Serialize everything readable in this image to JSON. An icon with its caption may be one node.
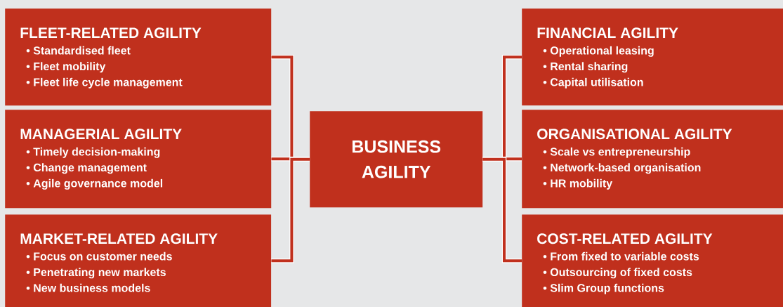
{
  "diagram": {
    "nodes": [
      {
        "text": [
          "FLEET-RELATED AGILITY",
          "• Standardised fleet",
          "• Fleet mobility",
          "• Fleet life cycle management"
        ]
      },
      {
        "text": [
          "MANAGERIAL AGILITY",
          "• Timely decision-making",
          "• Change management",
          "• Agile governance model"
        ]
      },
      {
        "text": [
          "MARKET-RELATED AGILITY",
          "• Focus on customer needs",
          "• Penetrating new markets",
          "• New business models"
        ]
      },
      {
        "text": [
          "BUSINESS AGILITY"
        ]
      },
      {
        "text": [
          "FINANCIAL AGILITY",
          "• Operational leasing",
          "• Rental sharing",
          "• Capital utilisation"
        ]
      },
      {
        "text": [
          "ORGANISATIONAL AGILITY",
          "• Scale vs entrepreneurship",
          "• Network-based organisation",
          "• HR mobility"
        ]
      },
      {
        "text": [
          "COST-RELATED AGILITY",
          "• From fixed to variable costs",
          "• Outsourcing of fixed costs",
          "• Slim Group functions"
        ]
      }
    ],
    "edges": [
      {
        "from": 0,
        "to": 3,
        "arrow": "none"
      },
      {
        "from": 1,
        "to": 3,
        "arrow": "none"
      },
      {
        "from": 2,
        "to": 3,
        "arrow": "none"
      },
      {
        "from": 3,
        "to": 4,
        "arrow": "none"
      },
      {
        "from": 3,
        "to": 5,
        "arrow": "none"
      },
      {
        "from": 3,
        "to": 6,
        "arrow": "none"
      }
    ]
  }
}
